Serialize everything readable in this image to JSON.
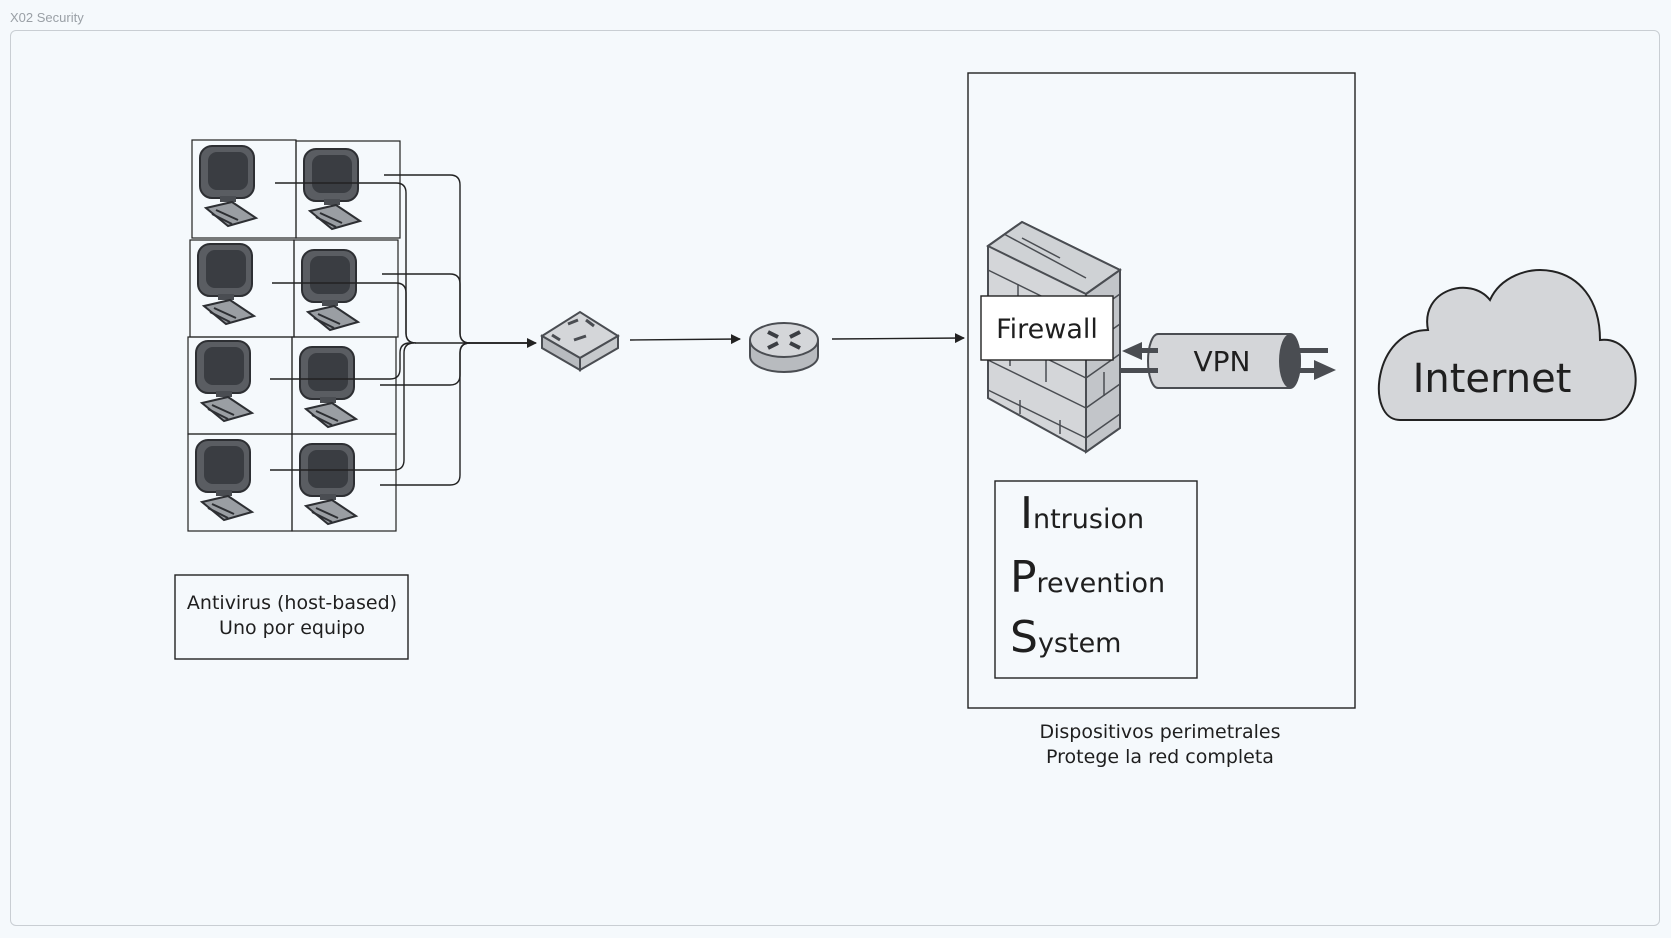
{
  "frame": {
    "title": "X02 Security"
  },
  "antivirus": {
    "line1": "Antivirus (host-based)",
    "line2": "Uno por equipo"
  },
  "firewall": {
    "label": "Firewall"
  },
  "vpn": {
    "label": "VPN"
  },
  "internet": {
    "label": "Internet"
  },
  "ips": {
    "line1": {
      "initial": "I",
      "rest": "ntrusion"
    },
    "line2": {
      "initial": "P",
      "rest": "revention"
    },
    "line3": {
      "initial": "S",
      "rest": "ystem"
    }
  },
  "perimeter": {
    "line1": "Dispositivos perimetrales",
    "line2": "Protege la red completa"
  },
  "colors": {
    "icon_fill": "#d4d6d9",
    "icon_stroke": "#4a4d52",
    "line": "#222222",
    "background": "#f5f9fc"
  }
}
